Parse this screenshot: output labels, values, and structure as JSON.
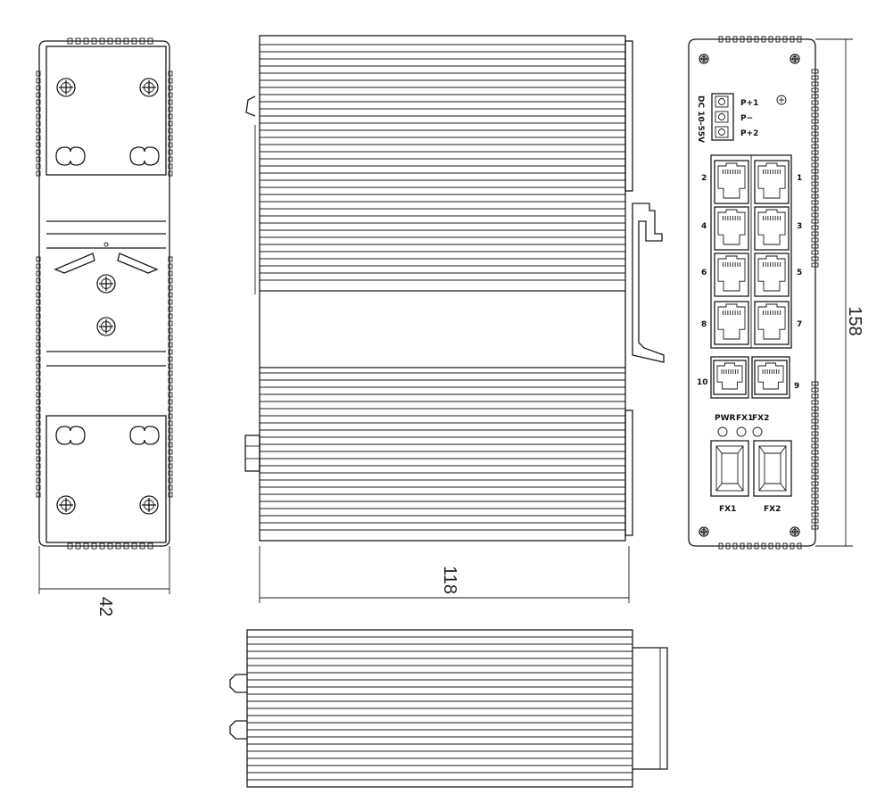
{
  "dimensions": {
    "width": "42",
    "depth": "118",
    "height": "158"
  },
  "front_panel": {
    "power_label": "DC 10-55V",
    "terminals": [
      "P+1",
      "P−",
      "P+2"
    ],
    "rj45_ports_left": [
      "2",
      "4",
      "6",
      "8"
    ],
    "rj45_ports_right": [
      "1",
      "3",
      "5",
      "7"
    ],
    "combo_left": "10",
    "combo_right": "9",
    "leds": [
      "PWR",
      "FX1",
      "FX2"
    ],
    "fiber_ports": [
      "FX1",
      "FX2"
    ]
  },
  "views": [
    "rear-view",
    "side-view",
    "front-view",
    "top-view"
  ],
  "colors": {
    "line": "#1a1a1a",
    "background": "#ffffff"
  }
}
